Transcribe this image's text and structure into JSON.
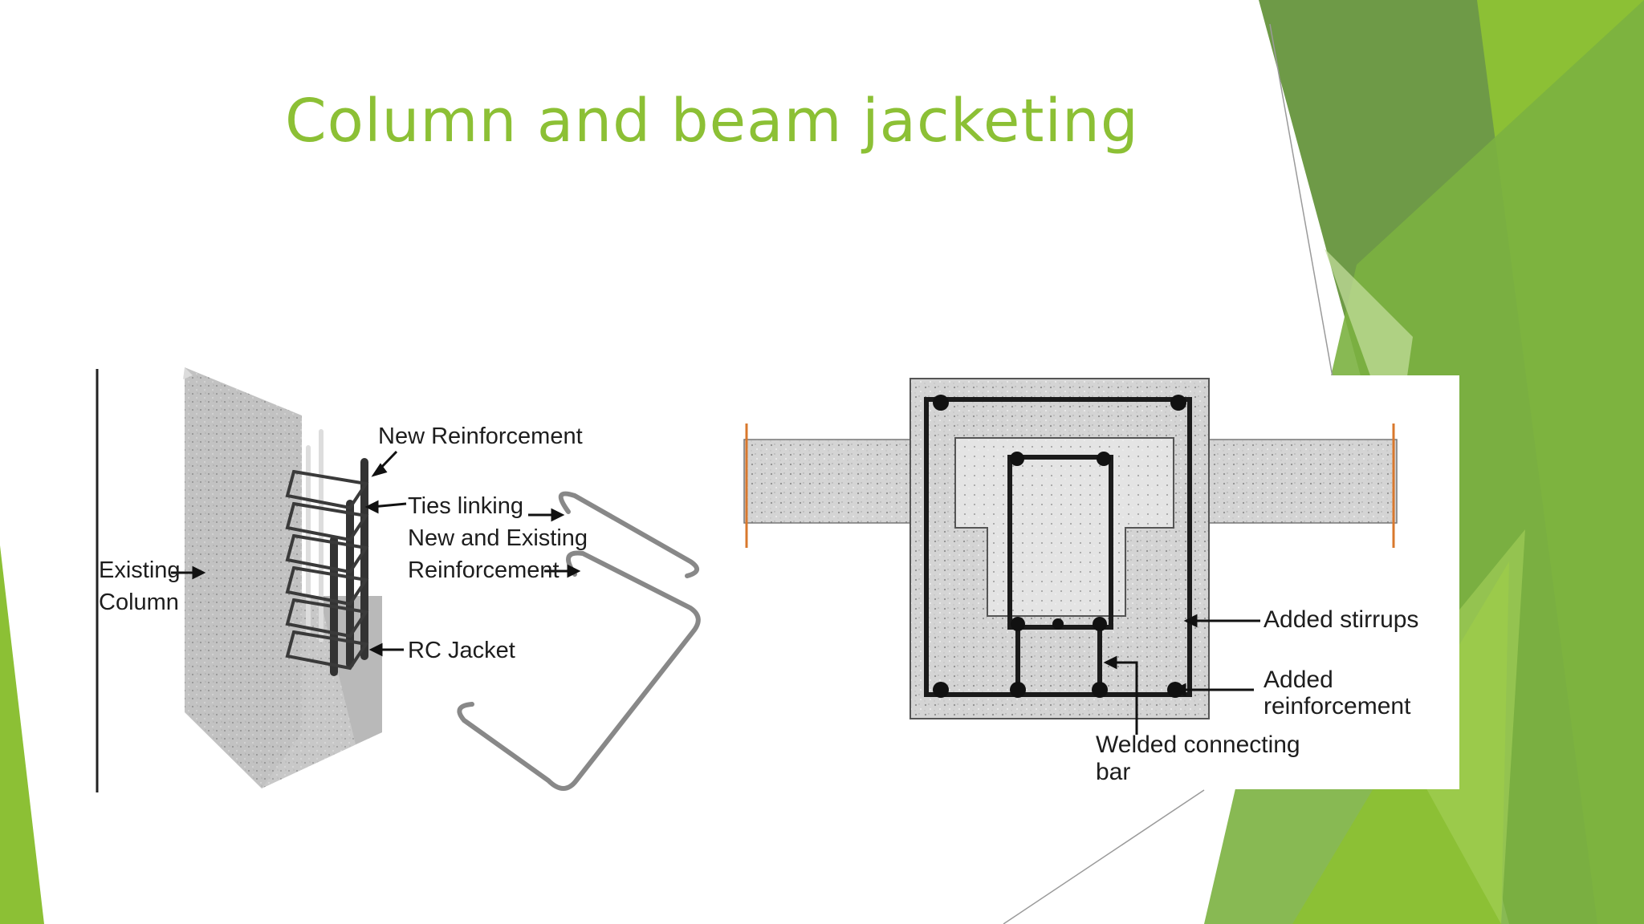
{
  "colors": {
    "accent": "#8cc035",
    "green_dark": "#6e9a47",
    "green_mid": "#7bb140",
    "green_light": "#c6e0a0"
  },
  "slide": {
    "title": "Column and beam jacketing"
  },
  "figure_left": {
    "labels": {
      "new_reinforcement": "New Reinforcement",
      "ties_line1": "Ties linking",
      "ties_line2": "New and Existing",
      "ties_line3": "Reinforcement",
      "existing_line1": "Existing",
      "existing_line2": "Column",
      "rc_jacket": "RC Jacket"
    }
  },
  "figure_right": {
    "labels": {
      "added_stirrups": "Added stirrups",
      "added_reinf_line1": "Added",
      "added_reinf_line2": "reinforcement",
      "welded_line1": "Welded connecting",
      "welded_line2": "bar"
    }
  }
}
